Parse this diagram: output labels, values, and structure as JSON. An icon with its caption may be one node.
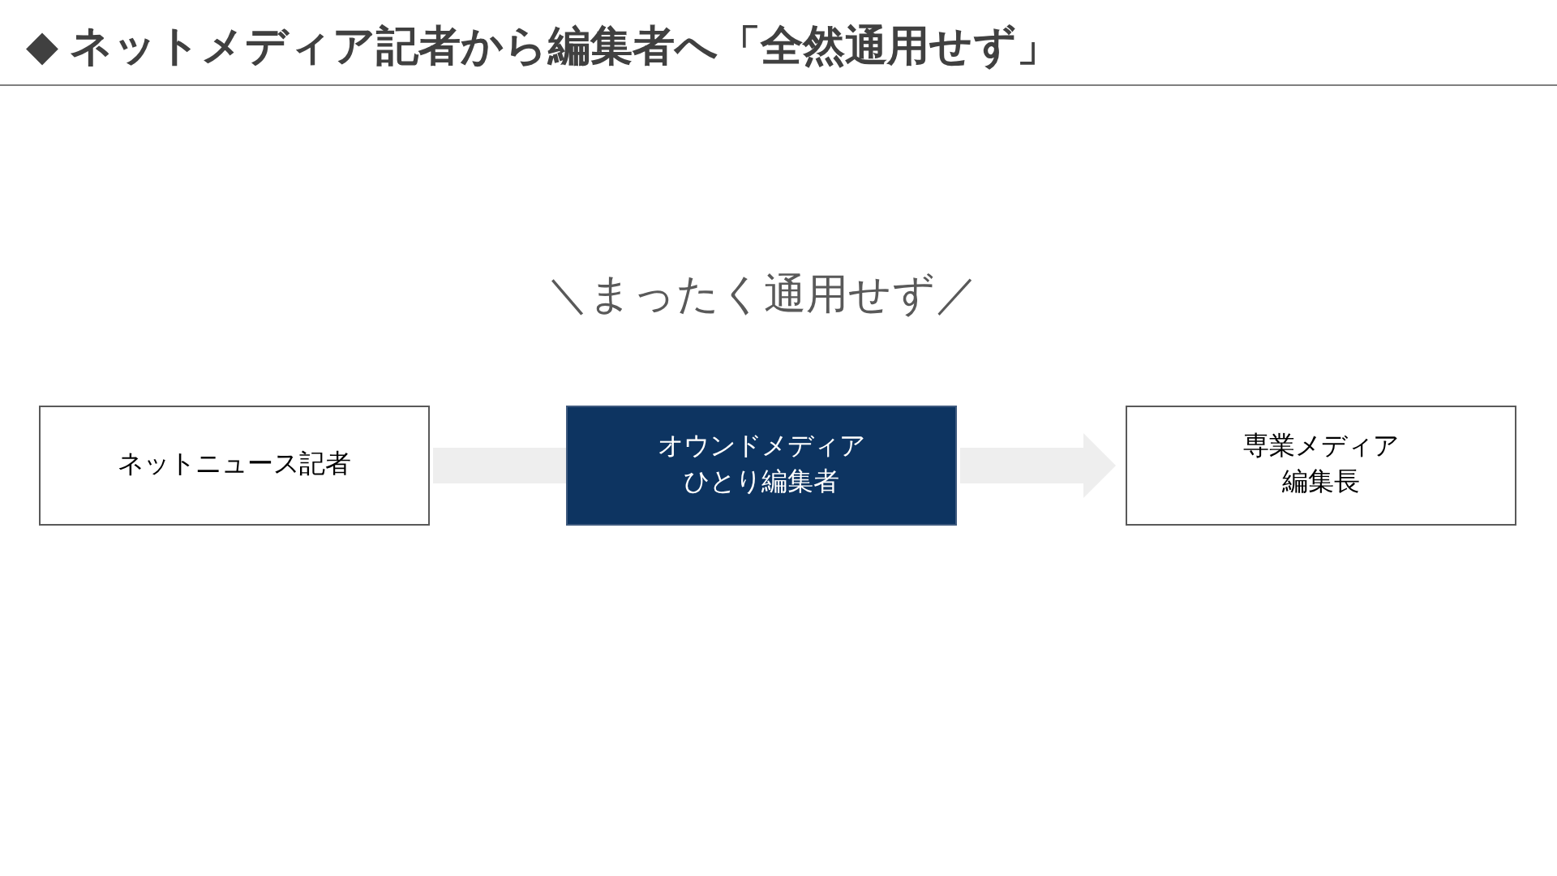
{
  "diagram": {
    "title": "◆ ネットメディア記者から編集者へ「全然通用せず」",
    "nodes": [
      {
        "text": [
          "ネットニュース記者"
        ]
      },
      {
        "text": [
          "オウンドメディアひとり編集者"
        ]
      },
      {
        "text": [
          "専業メディア編集長"
        ]
      }
    ],
    "edges": [
      {
        "from": 0,
        "to": 1,
        "arrow": "none"
      },
      {
        "from": 1,
        "to": 2,
        "arrow": "to"
      }
    ],
    "labels": [
      "＼まったく通用せず／"
    ]
  }
}
